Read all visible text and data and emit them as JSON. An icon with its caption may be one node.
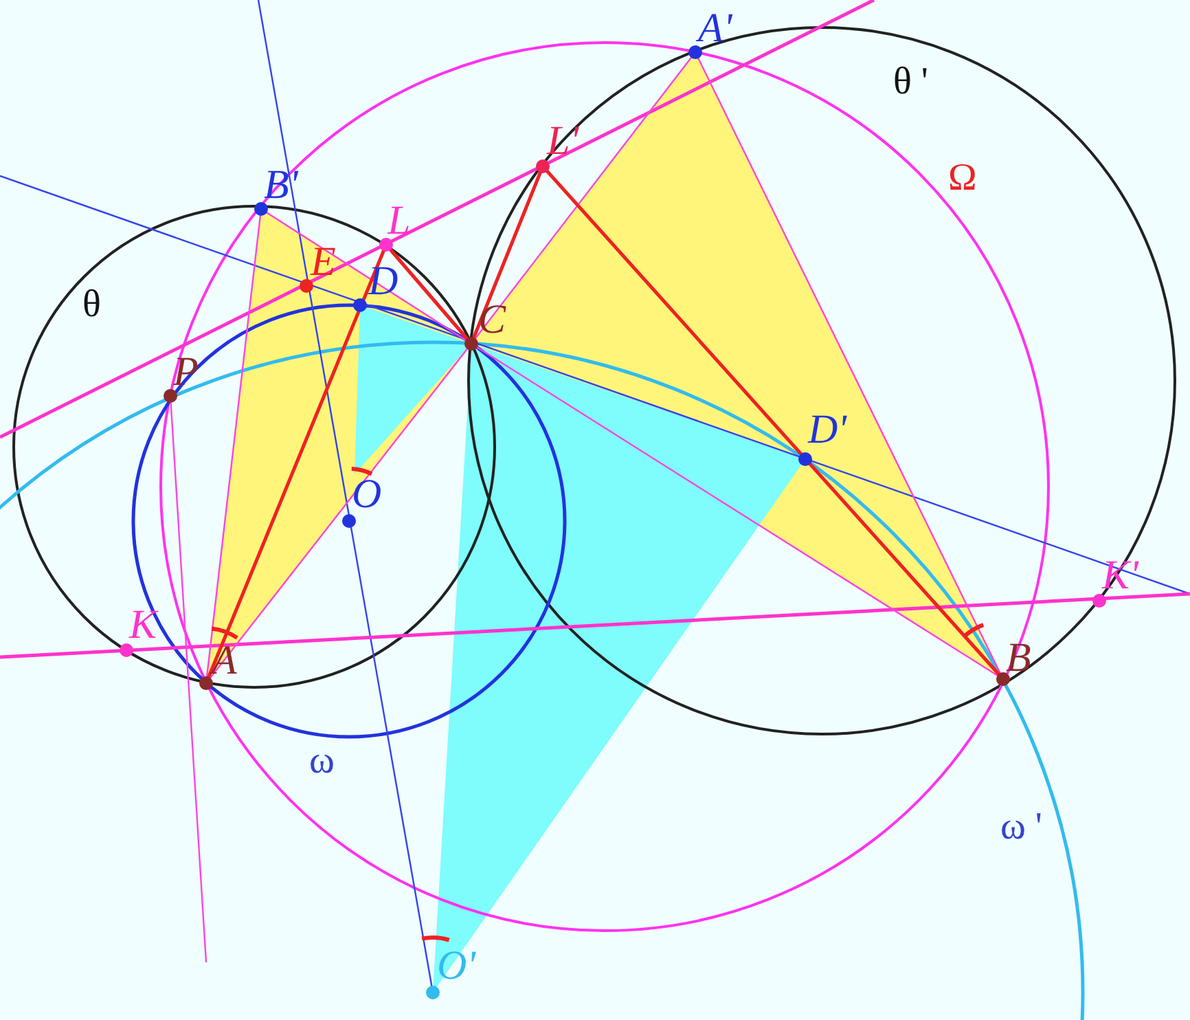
{
  "diagram": {
    "labels": [
      "A'",
      "θ '",
      "B'",
      "L'",
      "Ω",
      "L",
      "E",
      "D",
      "θ",
      "C",
      "P",
      "D'",
      "O",
      "K'",
      "K",
      "A",
      "B",
      "ω",
      "ω '",
      "O'"
    ]
  }
}
